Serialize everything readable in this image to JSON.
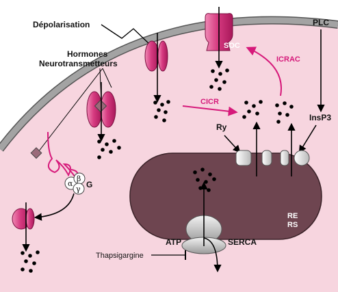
{
  "labels": {
    "depolarisation": "Dépolarisation",
    "hormones": "Hormones",
    "neurotransmetteurs": "Neurotransmetteurs",
    "plc": "PLC",
    "insp3": "InsP3",
    "icrac": "ICRAC",
    "cicr": "CICR",
    "soc": "SOC",
    "ry": "Ry",
    "re": "RE",
    "rs": "RS",
    "atp": "ATP",
    "serca": "SERCA",
    "thapsigargine": "Thapsigargine",
    "g_protein": "G",
    "alpha": "α",
    "beta": "β",
    "gamma": "γ"
  },
  "colors": {
    "background": "#ffffff",
    "cytoplasm": "#f7d5df",
    "membrane": "#a3a3a3",
    "membrane_edge": "#555555",
    "reticulum": "#6e4550",
    "channel": "#de3d83",
    "channel_dark": "#b51e63",
    "accent_arrow": "#d6197a",
    "calcium": "#000000"
  }
}
